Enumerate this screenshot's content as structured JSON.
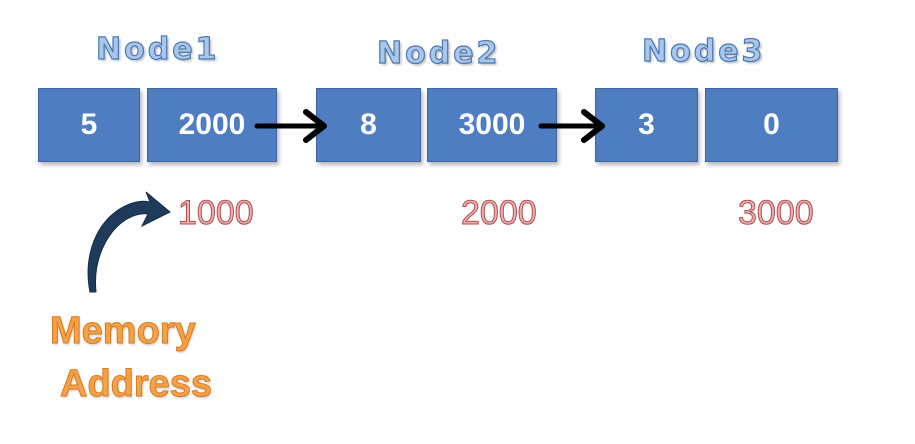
{
  "nodes": [
    {
      "title": "Node1",
      "data": "5",
      "next": "2000",
      "address": "1000"
    },
    {
      "title": "Node2",
      "data": "8",
      "next": "3000",
      "address": "2000"
    },
    {
      "title": "Node3",
      "data": "3",
      "next": "0",
      "address": "3000"
    }
  ],
  "memory_label": {
    "line1": "Memory",
    "line2": "Address"
  },
  "colors": {
    "cell_fill": "#4f7dc2",
    "title_fill": "#a9c7ea",
    "address_text": "#e9b3b3",
    "memory_label": "#f4a248",
    "curved_arrow": "#1f3b5c",
    "pointer_arrow": "#000000"
  },
  "icons": {
    "pointer_arrow": "right-arrow-icon",
    "curved_arrow": "curved-arrow-icon"
  }
}
